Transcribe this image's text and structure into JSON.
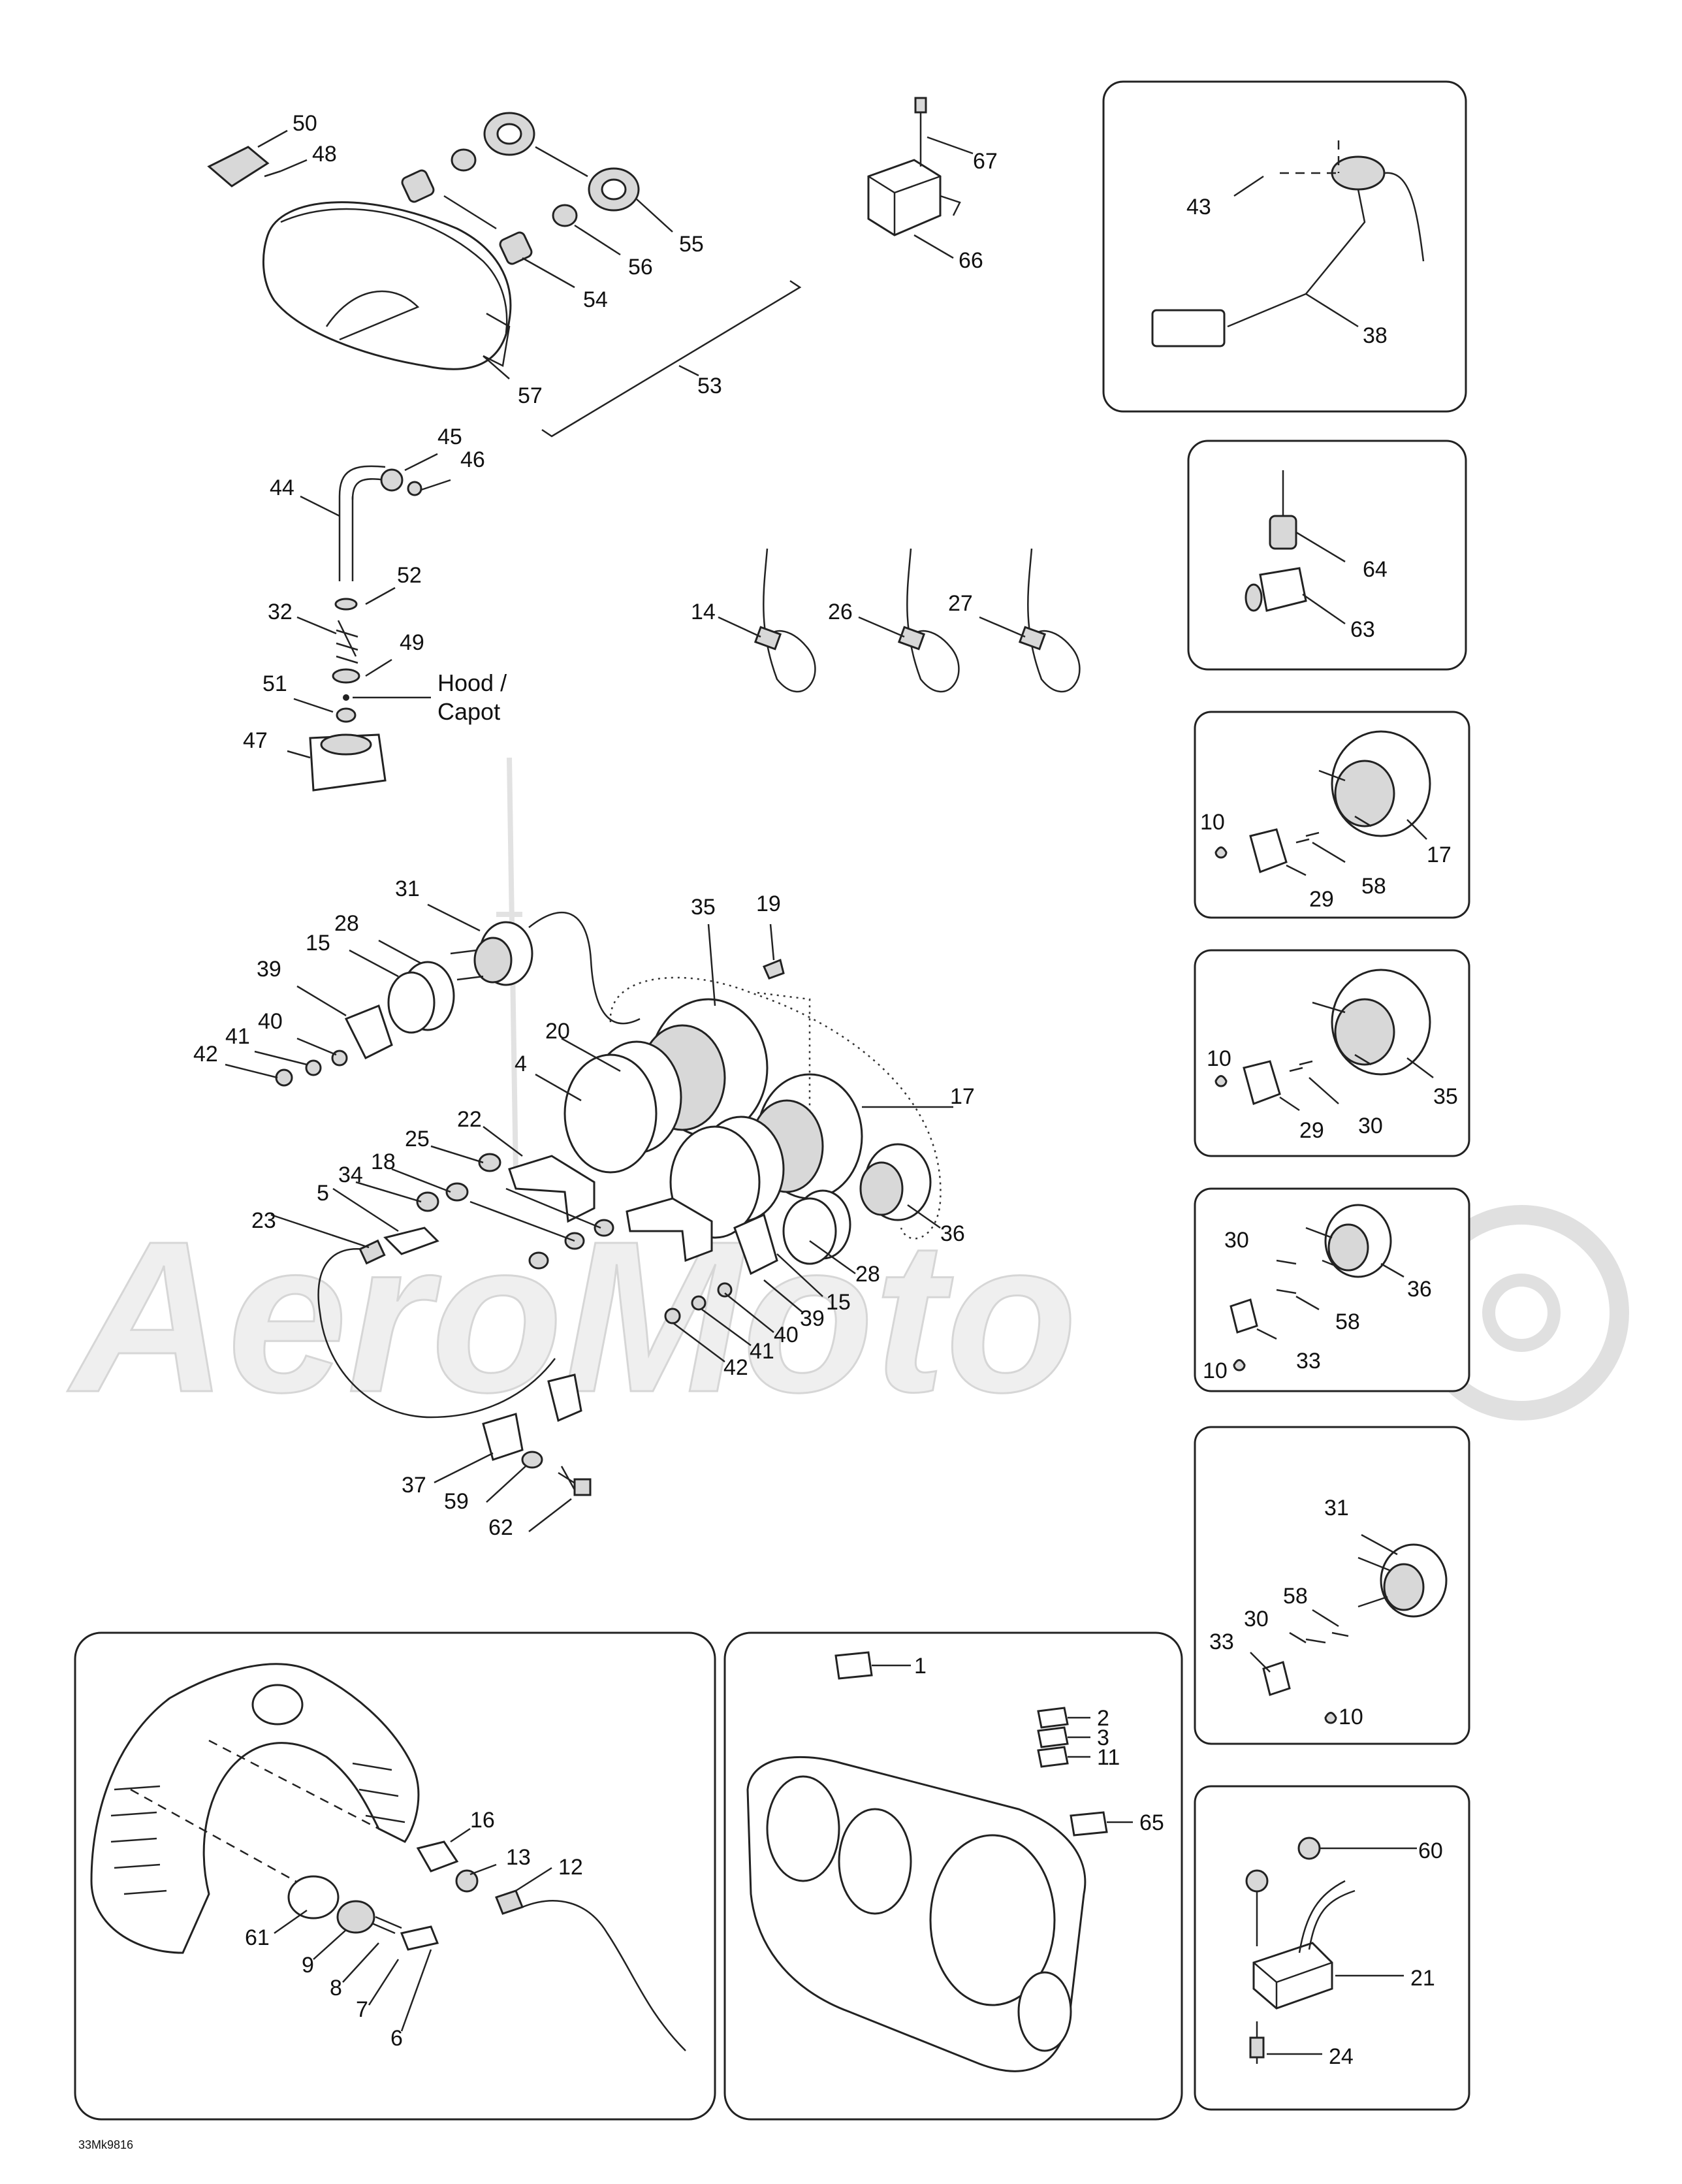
{
  "diagram_code": "33Mk9816",
  "watermark": "AeroMoto",
  "hood_note": {
    "line1": "Hood /",
    "line2": "Capot"
  },
  "labels": {
    "p1": "1",
    "p2": "2",
    "p3": "3",
    "p4": "4",
    "p5": "5",
    "p6": "6",
    "p7": "7",
    "p8": "8",
    "p9": "9",
    "p10a": "10",
    "p10b": "10",
    "p10c": "10",
    "p10d": "10",
    "p11": "11",
    "p12": "12",
    "p13": "13",
    "p14": "14",
    "p15a": "15",
    "p15b": "15",
    "p16": "16",
    "p17a": "17",
    "p17b": "17",
    "p18": "18",
    "p19": "19",
    "p20": "20",
    "p21": "21",
    "p22": "22",
    "p23": "23",
    "p24": "24",
    "p25": "25",
    "p26": "26",
    "p27": "27",
    "p28a": "28",
    "p28b": "28",
    "p29a": "29",
    "p29b": "29",
    "p30a": "30",
    "p30b": "30",
    "p30c": "30",
    "p31a": "31",
    "p31b": "31",
    "p32": "32",
    "p33a": "33",
    "p33b": "33",
    "p34": "34",
    "p35a": "35",
    "p35b": "35",
    "p36a": "36",
    "p36b": "36",
    "p37": "37",
    "p38": "38",
    "p39a": "39",
    "p39b": "39",
    "p40a": "40",
    "p40b": "40",
    "p41a": "41",
    "p41b": "41",
    "p42a": "42",
    "p42b": "42",
    "p43": "43",
    "p44": "44",
    "p45": "45",
    "p46": "46",
    "p47": "47",
    "p48": "48",
    "p49": "49",
    "p50": "50",
    "p51": "51",
    "p52": "52",
    "p53": "53",
    "p54": "54",
    "p55": "55",
    "p56": "56",
    "p57": "57",
    "p58a": "58",
    "p58b": "58",
    "p58c": "58",
    "p59": "59",
    "p60": "60",
    "p61": "61",
    "p62": "62",
    "p63": "63",
    "p64": "64",
    "p65": "65",
    "p66": "66",
    "p67": "67"
  }
}
